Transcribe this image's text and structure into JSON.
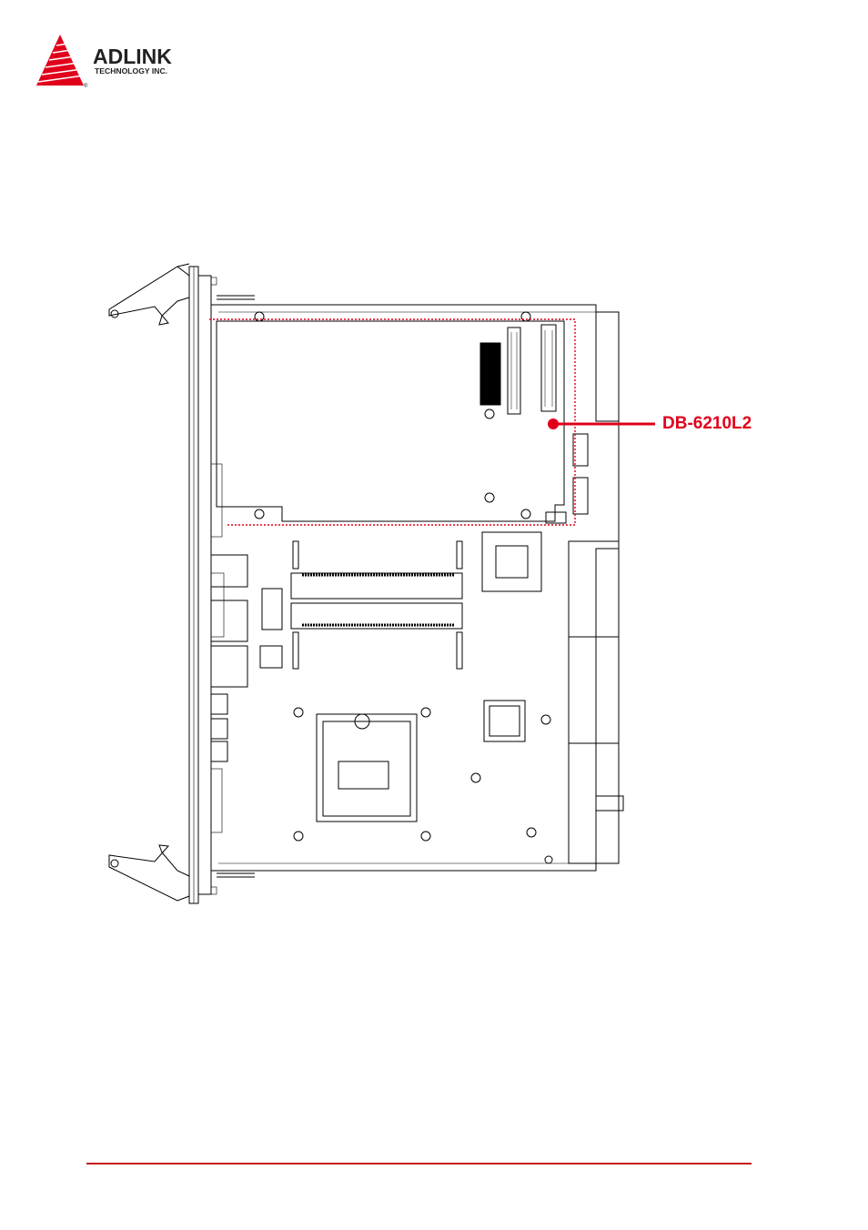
{
  "header": {
    "logo": {
      "brand": "ADLINK",
      "subtitle": "TECHNOLOGY INC.",
      "registered_mark": "®",
      "icon": "adlink-triangle-logo",
      "color": "#e0001b"
    }
  },
  "figure": {
    "callout": {
      "label": "DB-6210L2",
      "color": "#e0001b"
    },
    "outline_color": "#000000",
    "highlight_color": "#e0001b"
  },
  "footer": {
    "rule_color": "#c41a1a"
  }
}
